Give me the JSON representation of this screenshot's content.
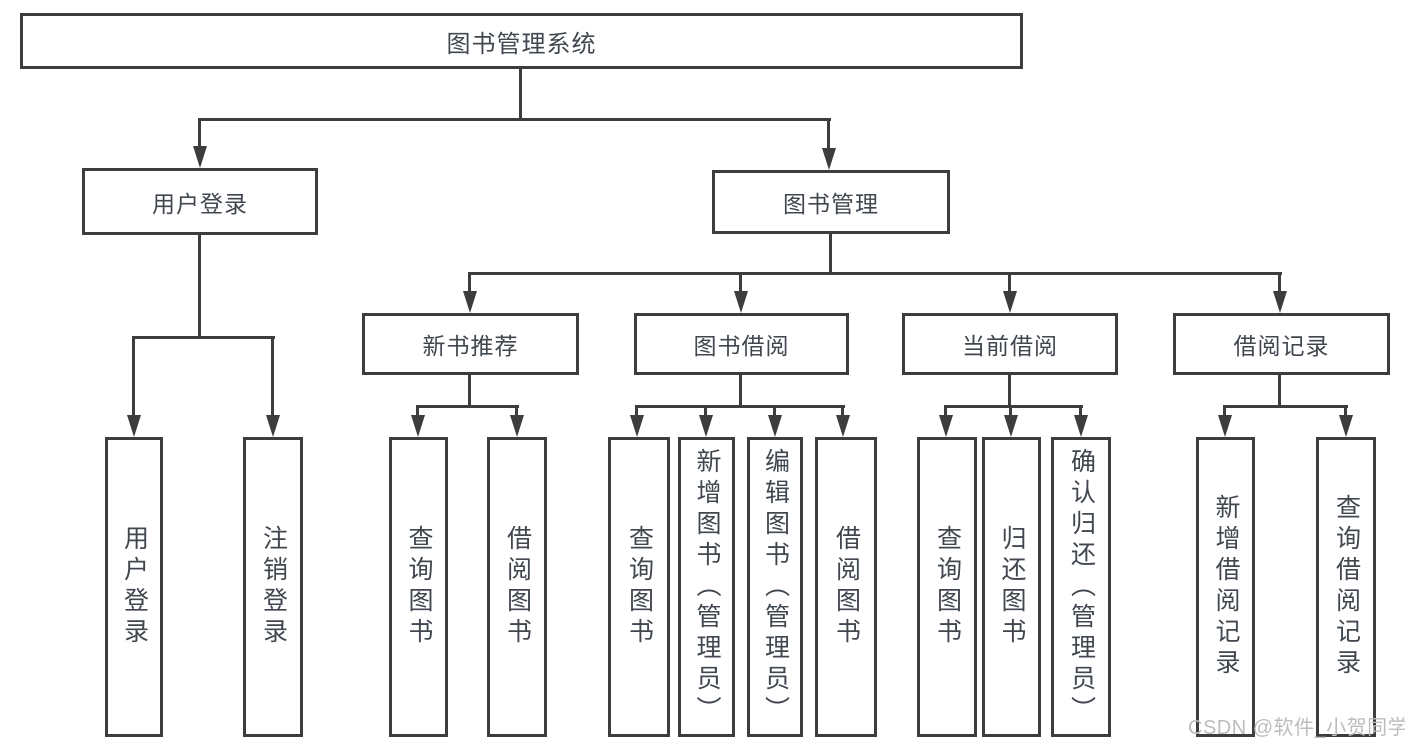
{
  "watermark": "CSDN @软件_小贺同学",
  "colors": {
    "line": "#3d3d3d",
    "text": "#41474f",
    "watermark": "#bdbdbd",
    "background": "#ffffff"
  },
  "tree": {
    "root": {
      "label": "图书管理系统",
      "children": [
        {
          "label": "用户登录",
          "children": [
            {
              "label": "用户登录"
            },
            {
              "label": "注销登录"
            }
          ]
        },
        {
          "label": "图书管理",
          "children": [
            {
              "label": "新书推荐",
              "children": [
                {
                  "label": "查询图书"
                },
                {
                  "label": "借阅图书"
                }
              ]
            },
            {
              "label": "图书借阅",
              "children": [
                {
                  "label": "查询图书"
                },
                {
                  "label": "新增图书（管理员）"
                },
                {
                  "label": "编辑图书（管理员）"
                },
                {
                  "label": "借阅图书"
                }
              ]
            },
            {
              "label": "当前借阅",
              "children": [
                {
                  "label": "查询图书"
                },
                {
                  "label": "归还图书"
                },
                {
                  "label": "确认归还（管理员）"
                }
              ]
            },
            {
              "label": "借阅记录",
              "children": [
                {
                  "label": "新增借阅记录"
                },
                {
                  "label": "查询借阅记录"
                }
              ]
            }
          ]
        }
      ]
    }
  }
}
